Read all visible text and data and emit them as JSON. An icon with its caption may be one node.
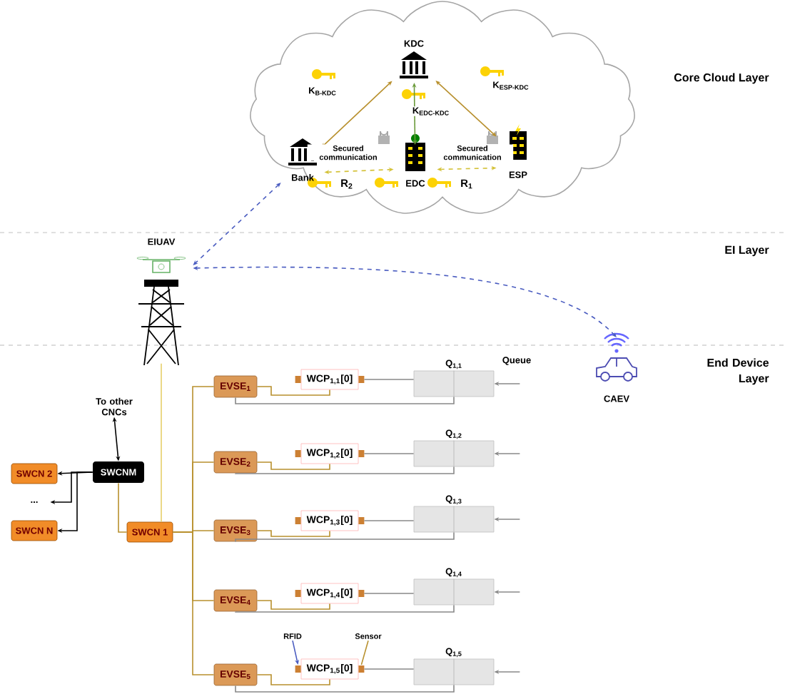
{
  "diagram": {
    "nodes": [
      {
        "text": [
          "KDC"
        ]
      },
      {
        "text": [
          "Bank"
        ]
      },
      {
        "text": [
          "EDC"
        ]
      },
      {
        "text": [
          "ESP"
        ]
      },
      {
        "text": [
          "EIUAV"
        ]
      },
      {
        "text": [
          "CAEV"
        ]
      },
      {
        "text": [
          "To other CNCs"
        ]
      },
      {
        "text": [
          "SWCNM"
        ]
      },
      {
        "text": [
          "SWCN 2"
        ]
      },
      {
        "text": [
          "..."
        ]
      },
      {
        "text": [
          "SWCN N"
        ]
      },
      {
        "text": [
          "SWCN 1"
        ]
      },
      {
        "text": [
          "EVSE$_{1}$"
        ]
      },
      {
        "text": [
          "EVSE$_{2}$"
        ]
      },
      {
        "text": [
          "EVSE$_{3}$"
        ]
      },
      {
        "text": [
          "EVSE$_{4}$"
        ]
      },
      {
        "text": [
          "EVSE$_{5}$"
        ]
      },
      {
        "text": [
          "WCP$_{1,1}$[0]"
        ]
      },
      {
        "text": [
          "WCP$_{1,2}$[0]"
        ]
      },
      {
        "text": [
          "WCP$_{1,3}$[0]"
        ]
      },
      {
        "text": [
          "WCP$_{1,4}$[0]"
        ]
      },
      {
        "text": [
          "WCP$_{1,5}$[0]"
        ]
      },
      {
        "text": [
          "Q$_{1,1}$"
        ]
      },
      {
        "text": [
          "Q$_{1,2}$"
        ]
      },
      {
        "text": [
          "Q$_{1,3}$"
        ]
      },
      {
        "text": [
          "Q$_{1,4}$"
        ]
      },
      {
        "text": [
          "Q$_{1,5}$"
        ]
      },
      {
        "text": [
          "RFID"
        ]
      },
      {
        "text": [
          "Sensor"
        ]
      }
    ],
    "edges": [
      {
        "from": 0,
        "to": 1,
        "arrow": "both",
        "label": "K$_{B-KDC}$",
        "color": "#b8902e"
      },
      {
        "from": 0,
        "to": 2,
        "arrow": "both",
        "label": "K$_{EDC-KDC}$",
        "color": "#6a9a3a"
      },
      {
        "from": 0,
        "to": 3,
        "arrow": "both",
        "label": "K$_{ESP-KDC}$",
        "color": "#b8902e"
      },
      {
        "from": 1,
        "to": 2,
        "arrow": "both",
        "label": "Secured communication",
        "style": "dashed",
        "color": "#d4c23a"
      },
      {
        "from": 2,
        "to": 3,
        "arrow": "both",
        "label": "Secured communication",
        "style": "dashed",
        "color": "#d4c23a"
      },
      {
        "from": 1,
        "to": 4,
        "arrow": "both",
        "style": "dashed",
        "color": "#4a5cc0"
      },
      {
        "from": 4,
        "to": 5,
        "arrow": "both",
        "style": "dashed",
        "color": "#4a5cc0"
      },
      {
        "from": 4,
        "to": 11,
        "arrow": "none",
        "color": "#e6cf6a"
      },
      {
        "from": 7,
        "to": 6,
        "arrow": "both",
        "color": "#000000"
      },
      {
        "from": 7,
        "to": 8,
        "arrow": "to",
        "color": "#000000"
      },
      {
        "from": 7,
        "to": 9,
        "arrow": "to",
        "color": "#000000"
      },
      {
        "from": 7,
        "to": 10,
        "arrow": "to",
        "color": "#000000"
      },
      {
        "from": 7,
        "to": 11,
        "arrow": "none",
        "color": "#b8902e"
      },
      {
        "from": 11,
        "to": 12,
        "arrow": "none",
        "color": "#b8902e"
      },
      {
        "from": 11,
        "to": 13,
        "arrow": "none",
        "color": "#b8902e"
      },
      {
        "from": 11,
        "to": 14,
        "arrow": "none",
        "color": "#b8902e"
      },
      {
        "from": 11,
        "to": 15,
        "arrow": "none",
        "color": "#b8902e"
      },
      {
        "from": 11,
        "to": 16,
        "arrow": "none",
        "color": "#b8902e"
      },
      {
        "from": 12,
        "to": 17,
        "arrow": "none",
        "color": "#b8902e"
      },
      {
        "from": 13,
        "to": 18,
        "arrow": "none",
        "color": "#b8902e"
      },
      {
        "from": 14,
        "to": 19,
        "arrow": "none",
        "color": "#b8902e"
      },
      {
        "from": 15,
        "to": 20,
        "arrow": "none",
        "color": "#b8902e"
      },
      {
        "from": 16,
        "to": 21,
        "arrow": "none",
        "color": "#b8902e"
      },
      {
        "from": 22,
        "to": 17,
        "arrow": "none"
      },
      {
        "from": 23,
        "to": 18,
        "arrow": "none"
      },
      {
        "from": 24,
        "to": 19,
        "arrow": "none"
      },
      {
        "from": 25,
        "to": 20,
        "arrow": "none"
      },
      {
        "from": 26,
        "to": 21,
        "arrow": "none"
      },
      {
        "from": null,
        "to": 22,
        "arrow": "to"
      },
      {
        "from": null,
        "to": 23,
        "arrow": "to"
      },
      {
        "from": null,
        "to": 24,
        "arrow": "to"
      },
      {
        "from": null,
        "to": 25,
        "arrow": "to"
      },
      {
        "from": null,
        "to": 26,
        "arrow": "to"
      },
      {
        "from": 22,
        "to": 12,
        "arrow": "none"
      },
      {
        "from": 23,
        "to": 13,
        "arrow": "none"
      },
      {
        "from": 24,
        "to": 14,
        "arrow": "none"
      },
      {
        "from": 25,
        "to": 15,
        "arrow": "none"
      },
      {
        "from": 26,
        "to": 16,
        "arrow": "none"
      },
      {
        "from": 27,
        "to": 21,
        "arrow": "to",
        "color": "#4a5cc0"
      },
      {
        "from": 28,
        "to": 21,
        "arrow": "none",
        "color": "#b8902e"
      }
    ],
    "labels": [
      "Core Cloud Layer",
      "R$_{2}$",
      "R$_{1}$",
      "EI Layer",
      "End Device Layer",
      "Queue"
    ]
  }
}
